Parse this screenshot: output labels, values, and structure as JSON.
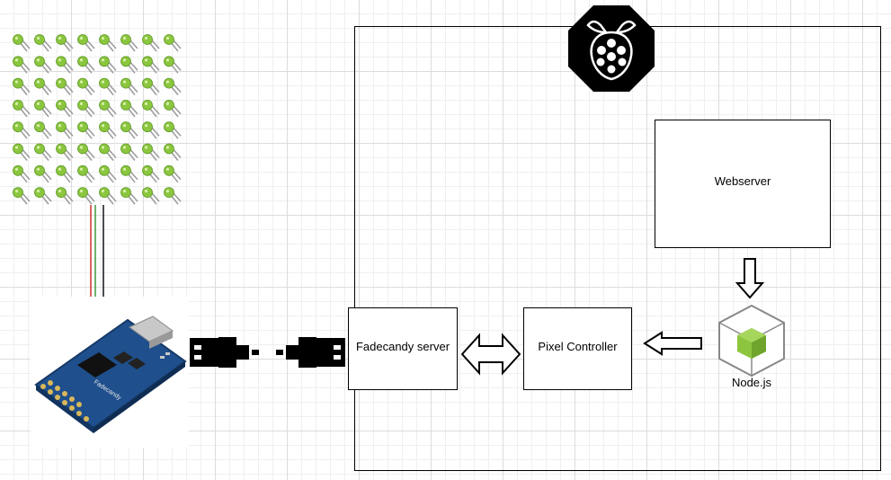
{
  "boxes": {
    "webserver": "Webserver",
    "fadecandy_server": "Fadecandy server",
    "pixel_controller": "Pixel Controller",
    "nodejs": "Node.js"
  },
  "board": {
    "silkscreen": "Fadecandy"
  },
  "icons": {
    "raspberry_pi": "raspberry-pi-logo",
    "nodejs": "nodejs-hexagon-logo",
    "led": "led",
    "usb": "usb-plug"
  },
  "colors": {
    "led_green": "#8bc63f",
    "board_blue": "#1f4f8c",
    "wire_red": "#d03030",
    "wire_green": "#3a9a3a",
    "node_green": "#8cc63f"
  },
  "led_matrix": {
    "rows": 8,
    "cols": 8
  }
}
